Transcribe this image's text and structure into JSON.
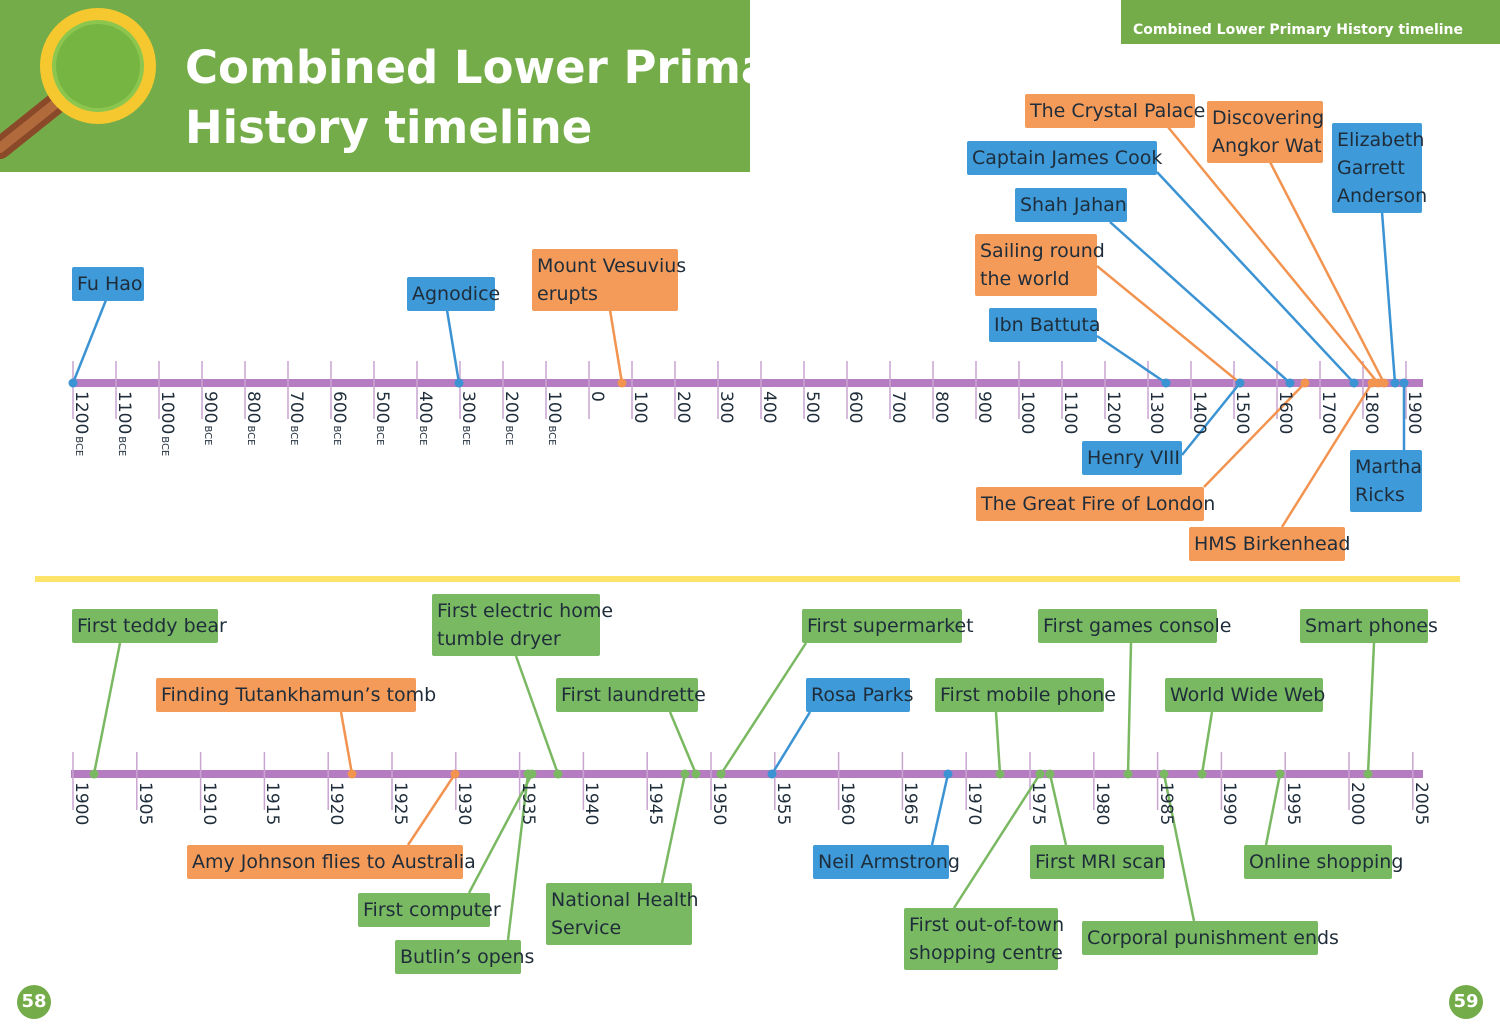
{
  "header": {
    "title_line1": "Combined Lower Primary",
    "title_line2": "History timeline",
    "ribbon": "Combined Lower Primary History timeline"
  },
  "page_numbers": {
    "left": "58",
    "right": "59"
  },
  "colors": {
    "header_green": "#75ac4a",
    "axis_purple": "#b67cc1",
    "blue": "#3e9ad8",
    "orange": "#f59b5a",
    "green": "#79b962",
    "divider_yellow": "#fde36a"
  },
  "icons": [
    "magnifying-glass-icon"
  ],
  "timeline1": {
    "ticks": [
      {
        "label": "1200",
        "suffix": "BCE"
      },
      {
        "label": "1100",
        "suffix": "BCE"
      },
      {
        "label": "1000",
        "suffix": "BCE"
      },
      {
        "label": "900",
        "suffix": "BCE"
      },
      {
        "label": "800",
        "suffix": "BCE"
      },
      {
        "label": "700",
        "suffix": "BCE"
      },
      {
        "label": "600",
        "suffix": "BCE"
      },
      {
        "label": "500",
        "suffix": "BCE"
      },
      {
        "label": "400",
        "suffix": "BCE"
      },
      {
        "label": "300",
        "suffix": "BCE"
      },
      {
        "label": "200",
        "suffix": "BCE"
      },
      {
        "label": "100",
        "suffix": "BCE"
      },
      {
        "label": "0",
        "suffix": ""
      },
      {
        "label": "100",
        "suffix": ""
      },
      {
        "label": "200",
        "suffix": ""
      },
      {
        "label": "300",
        "suffix": ""
      },
      {
        "label": "400",
        "suffix": ""
      },
      {
        "label": "500",
        "suffix": ""
      },
      {
        "label": "600",
        "suffix": ""
      },
      {
        "label": "700",
        "suffix": ""
      },
      {
        "label": "800",
        "suffix": ""
      },
      {
        "label": "900",
        "suffix": ""
      },
      {
        "label": "1000",
        "suffix": ""
      },
      {
        "label": "1100",
        "suffix": ""
      },
      {
        "label": "1200",
        "suffix": ""
      },
      {
        "label": "1300",
        "suffix": ""
      },
      {
        "label": "1400",
        "suffix": ""
      },
      {
        "label": "1500",
        "suffix": ""
      },
      {
        "label": "1600",
        "suffix": ""
      },
      {
        "label": "1700",
        "suffix": ""
      },
      {
        "label": "1800",
        "suffix": ""
      },
      {
        "label": "1900",
        "suffix": ""
      }
    ],
    "events": [
      {
        "text": "Fu Hao",
        "color": "blue"
      },
      {
        "text": "Agnodice",
        "color": "blue"
      },
      {
        "text": "Mount Vesuvius\nerupts",
        "color": "orange"
      },
      {
        "text": "Ibn Battuta",
        "color": "blue"
      },
      {
        "text": "Sailing round\nthe world",
        "color": "orange"
      },
      {
        "text": "Shah Jahan",
        "color": "blue"
      },
      {
        "text": "Captain James Cook",
        "color": "blue"
      },
      {
        "text": "The Crystal Palace",
        "color": "orange"
      },
      {
        "text": "Discovering\nAngkor Wat",
        "color": "orange"
      },
      {
        "text": "Elizabeth\nGarrett\nAnderson",
        "color": "blue"
      },
      {
        "text": "Henry VIII",
        "color": "blue"
      },
      {
        "text": "The Great Fire of London",
        "color": "orange"
      },
      {
        "text": "HMS Birkenhead",
        "color": "orange"
      },
      {
        "text": "Martha\nRicks",
        "color": "blue"
      }
    ]
  },
  "timeline2": {
    "ticks": [
      "1900",
      "1905",
      "1910",
      "1915",
      "1920",
      "1925",
      "1930",
      "1935",
      "1940",
      "1945",
      "1950",
      "1955",
      "1960",
      "1965",
      "1970",
      "1975",
      "1980",
      "1985",
      "1990",
      "1995",
      "2000",
      "2005"
    ],
    "events": [
      {
        "text": "First teddy bear",
        "color": "green"
      },
      {
        "text": "Finding Tutankhamun’s tomb",
        "color": "orange"
      },
      {
        "text": "First electric home\ntumble dryer",
        "color": "green"
      },
      {
        "text": "First laundrette",
        "color": "green"
      },
      {
        "text": "First supermarket",
        "color": "green"
      },
      {
        "text": "Rosa Parks",
        "color": "blue"
      },
      {
        "text": "First mobile phone",
        "color": "green"
      },
      {
        "text": "First games console",
        "color": "green"
      },
      {
        "text": "World Wide Web",
        "color": "green"
      },
      {
        "text": "Smart phones",
        "color": "green"
      },
      {
        "text": "Amy Johnson flies to Australia",
        "color": "orange"
      },
      {
        "text": "First computer",
        "color": "green"
      },
      {
        "text": "Butlin’s opens",
        "color": "green"
      },
      {
        "text": "National Health\nService",
        "color": "green"
      },
      {
        "text": "Neil Armstrong",
        "color": "blue"
      },
      {
        "text": "First out-of-town\nshopping centre",
        "color": "green"
      },
      {
        "text": "First MRI scan",
        "color": "green"
      },
      {
        "text": "Corporal punishment ends",
        "color": "green"
      },
      {
        "text": "Online shopping",
        "color": "green"
      }
    ]
  }
}
